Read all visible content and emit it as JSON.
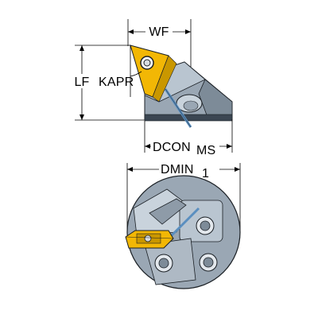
{
  "drawing": {
    "labels": {
      "wf": "WF",
      "lf": "LF",
      "kapr": "KAPR",
      "dcon": "DCON",
      "dcon_suffix": "MS",
      "dmin": "DMIN",
      "dmin_subscript": "1"
    },
    "colors": {
      "insert_yellow": "#f2b705",
      "body_grey": "#9aa7b4",
      "body_light": "#c9d3dc",
      "body_dark": "#3b4652",
      "outline": "#1a1f24"
    }
  }
}
